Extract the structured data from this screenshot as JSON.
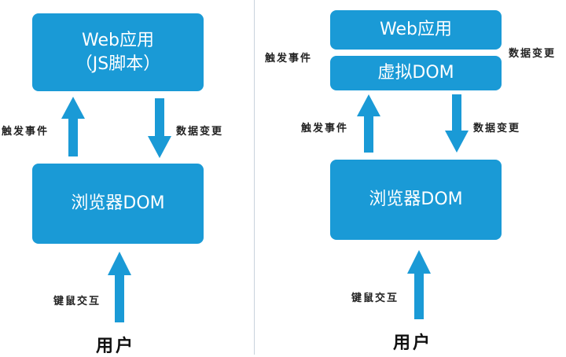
{
  "colors": {
    "box": "#1a9ad6",
    "arrow": "#1a9ad6",
    "divider": "#c9d3dc",
    "text": "#ffffff",
    "label": "#222222"
  },
  "left": {
    "web_app": {
      "line1": "Web应用",
      "line2": "（JS脚本）"
    },
    "browser_dom": "浏览器DOM",
    "trigger_event": "触发事件",
    "data_change": "数据变更",
    "mouse_keyboard": "键鼠交互",
    "user": "用户"
  },
  "right": {
    "web_app": "Web应用",
    "virtual_dom": "虚拟DOM",
    "browser_dom": "浏览器DOM",
    "trigger_event_top": "触发事件",
    "data_change_top": "数据变更",
    "trigger_event": "触发事件",
    "data_change": "数据变更",
    "mouse_keyboard": "键鼠交互",
    "user": "用户"
  }
}
